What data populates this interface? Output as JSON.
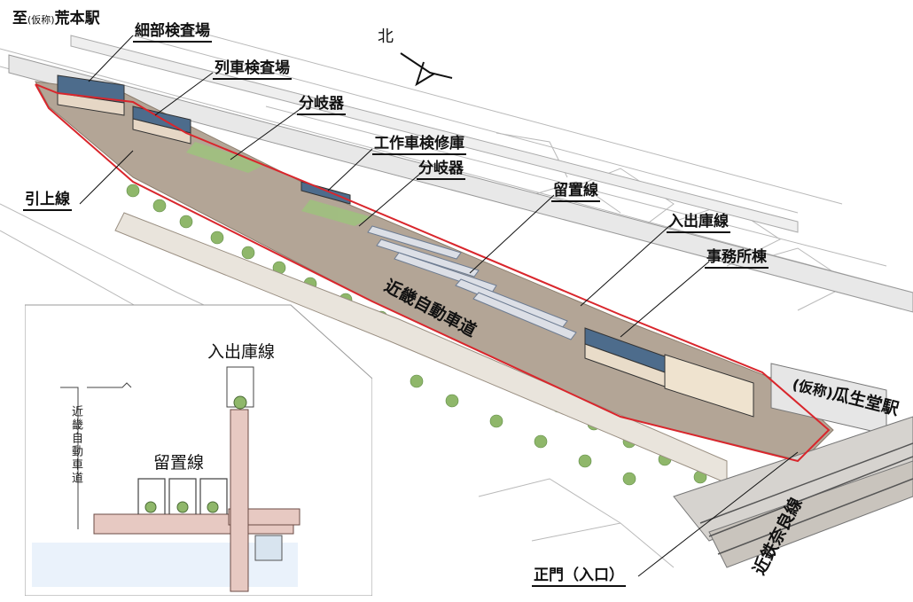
{
  "labels": {
    "to_station": "至",
    "to_station_note": "(仮称)",
    "to_station_name": "荒本駅",
    "detail_inspection": "細部検査場",
    "train_inspection": "列車検査場",
    "turnout_1": "分岐器",
    "work_vehicle_shed": "工作車検修庫",
    "turnout_2": "分岐器",
    "pull_up_track": "引上線",
    "storage_track": "留置線",
    "depot_track": "入出庫線",
    "office_building": "事務所棟",
    "expressway": "近畿自動車道",
    "station_note": "(仮称)",
    "station_name": "瓜生堂駅",
    "railway_line": "近鉄奈良線",
    "main_gate": "正門（入口）",
    "north": "北"
  },
  "inset": {
    "depot_track": "入出庫線",
    "storage_track": "留置線",
    "expressway": "近畿自動車道"
  },
  "colors": {
    "boundary": "#d9262c",
    "ground": "#b3a596",
    "trees": "#8fb76a",
    "building_roof": "#4d6c8c",
    "inset_rail": "#e7c9c2"
  }
}
